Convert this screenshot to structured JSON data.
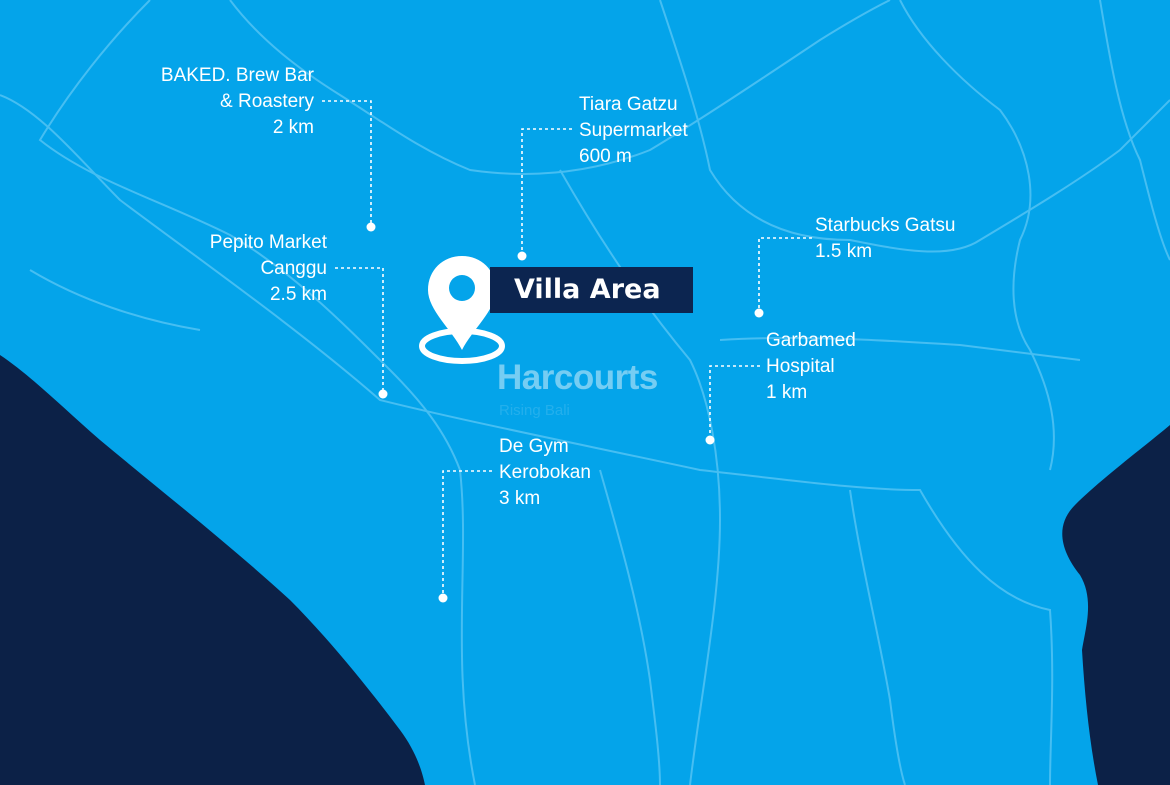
{
  "map": {
    "colors": {
      "land": "#04a4ea",
      "water": "#0c2147",
      "roads": "#46bef2",
      "leader_lines": "#ffffff",
      "label_bg": "#0c2550"
    },
    "pin": {
      "label": "Villa Area",
      "icon": "location-pin-icon"
    },
    "watermark": {
      "brand": "Harcourts",
      "sub": "Rising Bali"
    },
    "points_of_interest": [
      {
        "id": "baked",
        "lines": [
          "BAKED. Brew Bar",
          "& Roastery",
          "2 km"
        ]
      },
      {
        "id": "tiara",
        "lines": [
          "Tiara Gatzu",
          "Supermarket",
          "600 m"
        ]
      },
      {
        "id": "starbucks",
        "lines": [
          "Starbucks Gatsu",
          "1.5 km"
        ]
      },
      {
        "id": "pepito",
        "lines": [
          "Pepito Market",
          "Canggu",
          "2.5 km"
        ]
      },
      {
        "id": "garbamed",
        "lines": [
          "Garbamed",
          "Hospital",
          "1 km"
        ]
      },
      {
        "id": "degym",
        "lines": [
          "De Gym",
          "Kerobokan",
          "3 km"
        ]
      }
    ]
  }
}
